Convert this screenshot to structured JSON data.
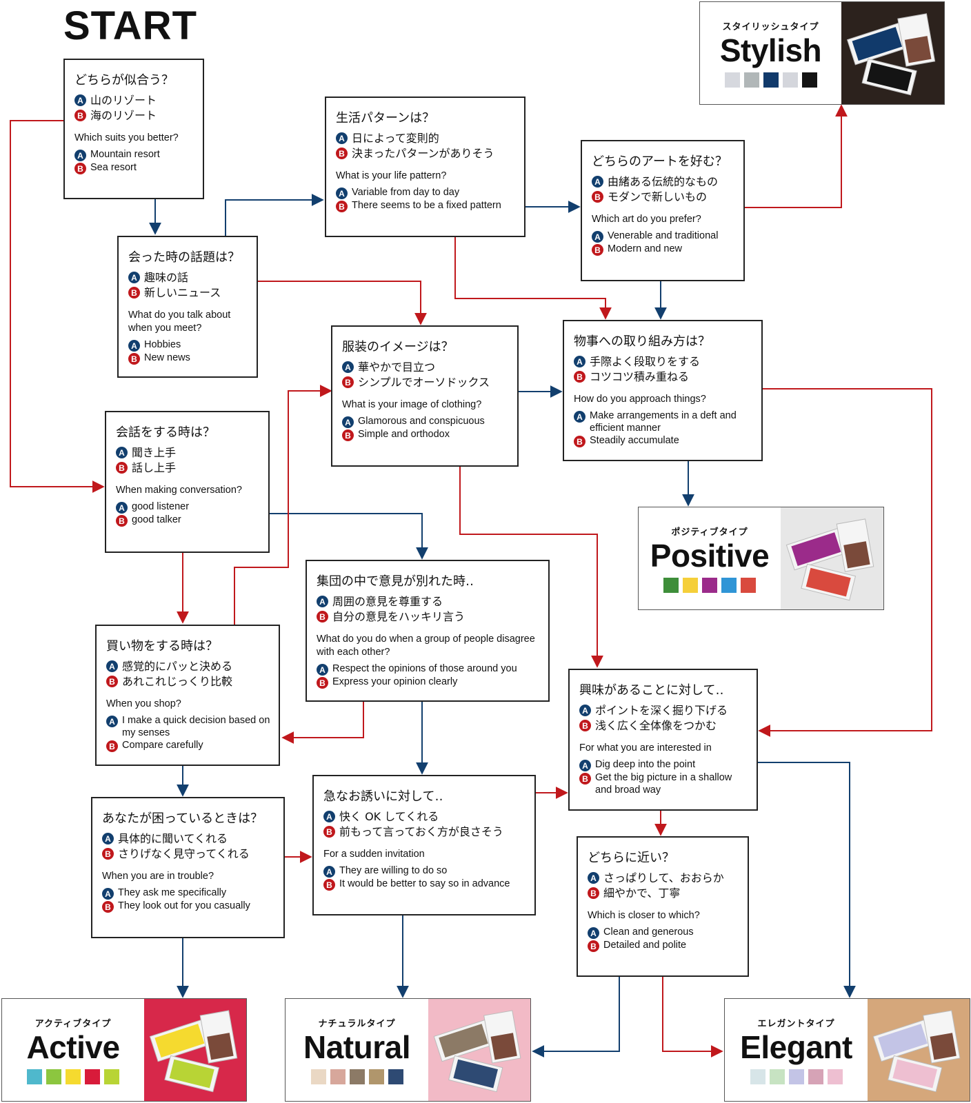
{
  "start_label": "START",
  "colors": {
    "a": "#123f6e",
    "b": "#c0181c"
  },
  "questions": {
    "q1": {
      "jp_title": "どちらが似合う？",
      "jp_a": "山のリゾート",
      "jp_b": "海のリゾート",
      "en_title": "Which suits you better?",
      "en_a": "Mountain resort",
      "en_b": "Sea resort"
    },
    "q2": {
      "jp_title": "会った時の話題は？",
      "jp_a": "趣味の話",
      "jp_b": "新しいニュース",
      "en_title": "What do you talk about when you meet?",
      "en_a": "Hobbies",
      "en_b": "New news"
    },
    "q3": {
      "jp_title": "生活パターンは？",
      "jp_a": "日によって変則的",
      "jp_b": "決まったパターンがありそう",
      "en_title": "What is your life pattern?",
      "en_a": "Variable from day to day",
      "en_b": "There seems to be a fixed pattern"
    },
    "q4": {
      "jp_title": "どちらのアートを好む？",
      "jp_a": "由緒ある伝統的なもの",
      "jp_b": "モダンで新しいもの",
      "en_title": "Which art do you prefer?",
      "en_a": "Venerable and traditional",
      "en_b": "Modern and new"
    },
    "q5": {
      "jp_title": "服装のイメージは？",
      "jp_a": "華やかで目立つ",
      "jp_b": "シンプルでオーソドックス",
      "en_title": "What is your image of clothing?",
      "en_a": "Glamorous and conspicuous",
      "en_b": "Simple and orthodox"
    },
    "q6": {
      "jp_title": "物事への取り組み方は？",
      "jp_a": "手際よく段取りをする",
      "jp_b": "コツコツ積み重ねる",
      "en_title": "How do you approach things?",
      "en_a": "Make arrangements in a deft and efficient manner",
      "en_b": "Steadily accumulate"
    },
    "q7": {
      "jp_title": "会話をする時は？",
      "jp_a": "聞き上手",
      "jp_b": "話し上手",
      "en_title": "When making conversation?",
      "en_a": "good listener",
      "en_b": "good talker"
    },
    "q8": {
      "jp_title": "集団の中で意見が別れた時‥",
      "jp_a": "周囲の意見を尊重する",
      "jp_b": "自分の意見をハッキリ言う",
      "en_title": "What do you do when a group of people disagree with each other?",
      "en_a": "Respect the opinions of those around you",
      "en_b": "Express your opinion clearly"
    },
    "q9": {
      "jp_title": "買い物をする時は？",
      "jp_a": "感覚的にパッと決める",
      "jp_b": "あれこれじっくり比較",
      "en_title": "When you shop?",
      "en_a": "I make a quick decision based on my senses",
      "en_b": "Compare carefully"
    },
    "q10": {
      "jp_title": "興味があることに対して‥",
      "jp_a": "ポイントを深く掘り下げる",
      "jp_b": "浅く広く全体像をつかむ",
      "en_title": "For what you are interested in",
      "en_a": "Dig deep into the point",
      "en_b": "Get the big picture in a shallow and broad way"
    },
    "q11": {
      "jp_title": "あなたが困っているときは？",
      "jp_a": "具体的に聞いてくれる",
      "jp_b": "さりげなく見守ってくれる",
      "en_title": "When you are in trouble?",
      "en_a": "They ask me specifically",
      "en_b": "They look out for you casually"
    },
    "q12": {
      "jp_title": "急なお誘いに対して‥",
      "jp_a": "快く OK してくれる",
      "jp_b": "前もって言っておく方が良さそう",
      "en_title": "For a sudden invitation",
      "en_a": "They are willing to do so",
      "en_b": "It would be better to say so in advance"
    },
    "q13": {
      "jp_title": "どちらに近い？",
      "jp_a": "さっぱりして、おおらか",
      "jp_b": "細やかで、丁寧",
      "en_title": "Which is closer to which?",
      "en_a": "Clean and generous",
      "en_b": "Detailed and polite"
    }
  },
  "results": {
    "stylish": {
      "jp": "スタイリッシュタイプ",
      "en": "Stylish",
      "swatches": [
        "#d6d8de",
        "#b1b7b8",
        "#113a6b",
        "#d4d6dc",
        "#141414"
      ],
      "photo_bg": "#2c221d"
    },
    "positive": {
      "jp": "ポジティブタイプ",
      "en": "Positive",
      "swatches": [
        "#3e8e3a",
        "#f5cf3a",
        "#9b2b8a",
        "#2f95d6",
        "#d94a3e"
      ],
      "photo_bg": "#e7e7e7"
    },
    "active": {
      "jp": "アクティブタイプ",
      "en": "Active",
      "swatches": [
        "#4fb8cc",
        "#8cc63f",
        "#f5da2f",
        "#d81b3a",
        "#b8d435"
      ],
      "photo_bg": "#d7284a"
    },
    "natural": {
      "jp": "ナチュラルタイプ",
      "en": "Natural",
      "swatches": [
        "#ead8c4",
        "#d7a79b",
        "#8c7a66",
        "#b0966c",
        "#2e4a73"
      ],
      "photo_bg": "#f2bac6"
    },
    "elegant": {
      "jp": "エレガントタイプ",
      "en": "Elegant",
      "swatches": [
        "#d7e5e8",
        "#c7e3c2",
        "#c3c4e6",
        "#d6a3b6",
        "#eebfd1"
      ],
      "photo_bg": "#d5a77b"
    }
  }
}
